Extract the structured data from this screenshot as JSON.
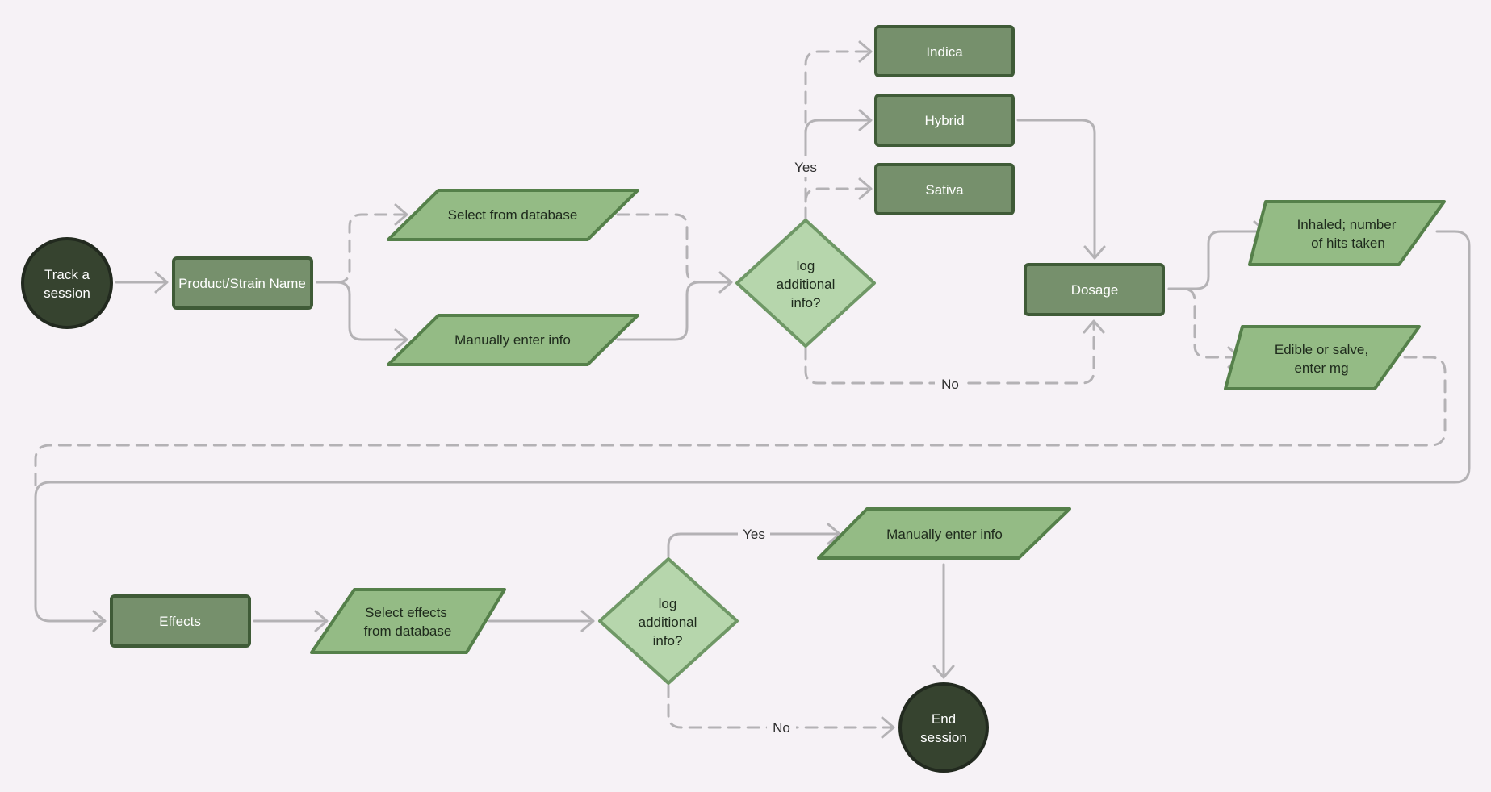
{
  "colors": {
    "background": "#f6f2f6",
    "terminal_fill": "#36432f",
    "process_fill": "#76906c",
    "process_stroke": "#3f5b37",
    "io_fill": "#94bb85",
    "io_stroke": "#55804a",
    "decision_fill": "#b6d6ac",
    "decision_stroke": "#6f9866",
    "connector": "#b4b2b5"
  },
  "nodes": {
    "track_session": {
      "shape": "terminal",
      "lines": [
        "Track a",
        "session"
      ]
    },
    "product_strain": {
      "shape": "process",
      "lines": [
        "Product/Strain Name"
      ]
    },
    "select_database": {
      "shape": "input-output",
      "lines": [
        "Select from database"
      ]
    },
    "manual_entry_1": {
      "shape": "input-output",
      "lines": [
        "Manually enter info"
      ]
    },
    "decision_1": {
      "shape": "decision",
      "lines": [
        "log",
        "additional",
        "info?"
      ]
    },
    "indica": {
      "shape": "process",
      "lines": [
        "Indica"
      ]
    },
    "hybrid": {
      "shape": "process",
      "lines": [
        "Hybrid"
      ]
    },
    "sativa": {
      "shape": "process",
      "lines": [
        "Sativa"
      ]
    },
    "dosage": {
      "shape": "process",
      "lines": [
        "Dosage"
      ]
    },
    "inhaled": {
      "shape": "input-output",
      "lines": [
        "Inhaled; number",
        "of hits taken"
      ]
    },
    "edible": {
      "shape": "input-output",
      "lines": [
        "Edible or salve,",
        "enter mg"
      ]
    },
    "effects": {
      "shape": "process",
      "lines": [
        "Effects"
      ]
    },
    "select_effects": {
      "shape": "input-output",
      "lines": [
        "Select effects",
        "from database"
      ]
    },
    "decision_2": {
      "shape": "decision",
      "lines": [
        "log",
        "additional",
        "info?"
      ]
    },
    "manual_entry_2": {
      "shape": "input-output",
      "lines": [
        "Manually enter info"
      ]
    },
    "end_session": {
      "shape": "terminal",
      "lines": [
        "End",
        "session"
      ]
    }
  },
  "edge_labels": {
    "decision_1_yes": "Yes",
    "decision_1_no": "No",
    "decision_2_yes": "Yes",
    "decision_2_no": "No"
  },
  "edges": [
    {
      "from": "track_session",
      "to": "product_strain",
      "style": "solid"
    },
    {
      "from": "product_strain",
      "to": "select_database",
      "style": "dashed"
    },
    {
      "from": "product_strain",
      "to": "manual_entry_1",
      "style": "solid"
    },
    {
      "from": "select_database",
      "to": "decision_1",
      "style": "dashed"
    },
    {
      "from": "manual_entry_1",
      "to": "decision_1",
      "style": "solid"
    },
    {
      "from": "decision_1",
      "to": "indica",
      "style": "dashed",
      "label": "Yes"
    },
    {
      "from": "decision_1",
      "to": "hybrid",
      "style": "solid",
      "label": "Yes"
    },
    {
      "from": "decision_1",
      "to": "sativa",
      "style": "dashed",
      "label": "Yes"
    },
    {
      "from": "decision_1",
      "to": "dosage",
      "style": "dashed",
      "label": "No"
    },
    {
      "from": "hybrid",
      "to": "dosage",
      "style": "solid"
    },
    {
      "from": "dosage",
      "to": "inhaled",
      "style": "solid"
    },
    {
      "from": "dosage",
      "to": "edible",
      "style": "dashed"
    },
    {
      "from": "inhaled",
      "to": "effects",
      "style": "solid"
    },
    {
      "from": "edible",
      "to": "effects",
      "style": "dashed"
    },
    {
      "from": "effects",
      "to": "select_effects",
      "style": "solid"
    },
    {
      "from": "select_effects",
      "to": "decision_2",
      "style": "solid"
    },
    {
      "from": "decision_2",
      "to": "manual_entry_2",
      "style": "solid",
      "label": "Yes"
    },
    {
      "from": "decision_2",
      "to": "end_session",
      "style": "dashed",
      "label": "No"
    },
    {
      "from": "manual_entry_2",
      "to": "end_session",
      "style": "solid"
    }
  ]
}
